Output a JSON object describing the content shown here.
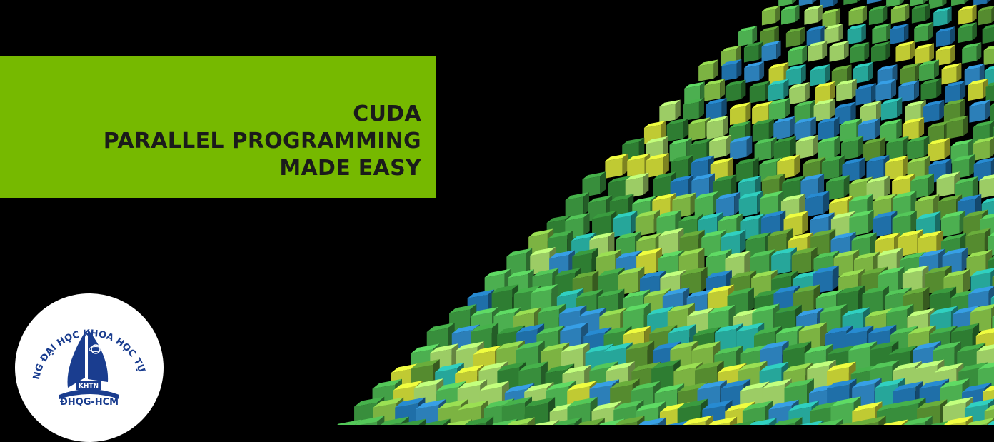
{
  "banner": {
    "line1": "CUDA",
    "line2": "PARALLEL PROGRAMMING",
    "line3": "MADE EASY",
    "color": "#76b900",
    "text_color": "#1b1b1b"
  },
  "background_color": "#000000",
  "cube_palette": [
    "#2e7d32",
    "#4caf50",
    "#7cb342",
    "#9ccc65",
    "#c0ca33",
    "#2c7fb8",
    "#1f6fa8",
    "#26a69a",
    "#388e3c",
    "#558b2f",
    "#43a047"
  ],
  "logo": {
    "arc_text": "TRƯỜNG ĐẠI HỌC KHOA HỌC TỰ NHIÊN",
    "badge": "KHTN",
    "bottom_text": "ĐHQG-HCM",
    "color": "#1a3d8f"
  }
}
